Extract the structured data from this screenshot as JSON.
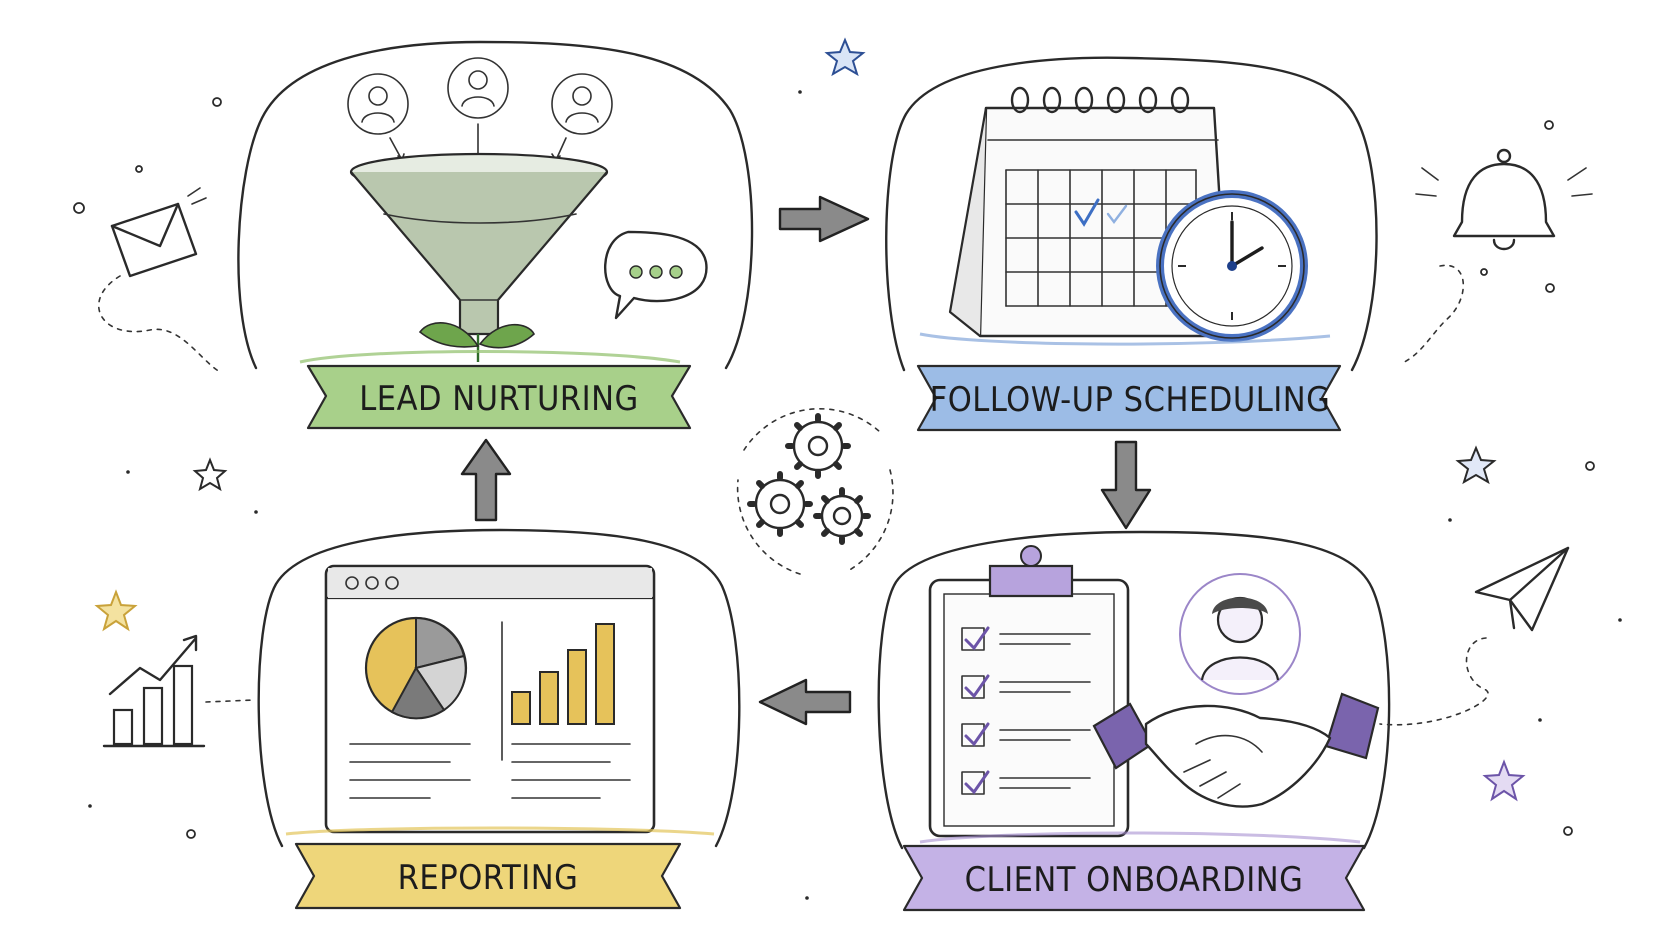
{
  "stages": [
    {
      "id": "lead-nurturing",
      "label": "LEAD NURTURING",
      "color": "#8fbf6a"
    },
    {
      "id": "follow-up-scheduling",
      "label": "FOLLOW-UP SCHEDULING",
      "color": "#6f98d4"
    },
    {
      "id": "client-onboarding",
      "label": "CLIENT ONBOARDING",
      "color": "#a78fd0"
    },
    {
      "id": "reporting",
      "label": "REPORTING",
      "color": "#e2c55a"
    }
  ],
  "palette": {
    "ink": "#2a2a2a",
    "calendar_check": "#3d6fc4",
    "clock_rim": "#4a72c2",
    "chart_fill": "#e6c25a",
    "handshake_sleeve": "#7a64ad"
  },
  "icons": [
    "user-icon",
    "funnel-icon",
    "sprout-icon",
    "chat-bubble-icon",
    "calendar-icon",
    "clock-icon",
    "clipboard-icon",
    "handshake-icon",
    "dashboard-icon",
    "pie-chart-icon",
    "bar-chart-icon",
    "envelope-icon",
    "bell-icon",
    "paper-plane-icon",
    "growth-chart-icon",
    "gears-icon",
    "star-icon"
  ]
}
